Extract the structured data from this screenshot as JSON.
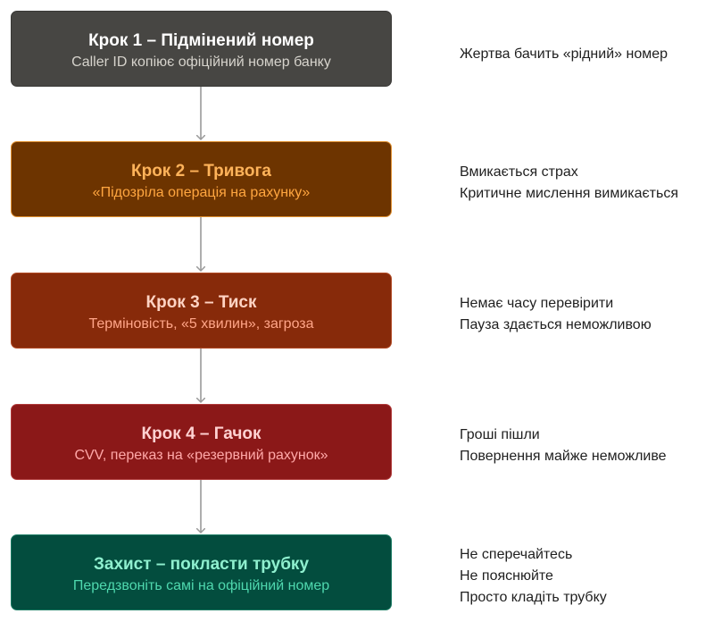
{
  "steps": [
    {
      "title": "Крок 1 – Підмінений номер",
      "subtitle": "Caller ID копіює офіційний номер банку",
      "notes": [
        "Жертва бачить «рідний» номер"
      ]
    },
    {
      "title": "Крок 2 – Тривога",
      "subtitle": "«Підозріла операція на рахунку»",
      "notes": [
        "Вмикається страх",
        "Критичне мислення вимикається"
      ]
    },
    {
      "title": "Крок 3 – Тиск",
      "subtitle": "Терміновість, «5 хвилин», загроза",
      "notes": [
        "Немає часу перевірити",
        "Пауза здається неможливою"
      ]
    },
    {
      "title": "Крок 4 – Гачок",
      "subtitle": "CVV, переказ на «резервний рахунок»",
      "notes": [
        "Гроші пішли",
        "Повернення майже неможливе"
      ]
    },
    {
      "title": "Захист – покласти трубку",
      "subtitle": "Передзвоніть самі на офіційний номер",
      "notes": [
        "Не сперечайтесь",
        "Не пояснюйте",
        "Просто кладіть трубку"
      ]
    }
  ],
  "colors": {
    "step1_fill": "#474643",
    "step2_fill": "#6d3400",
    "step3_fill": "#872a0a",
    "step4_fill": "#8b1818",
    "step5_fill": "#034d3e",
    "arrow": "#9a9a9a"
  }
}
